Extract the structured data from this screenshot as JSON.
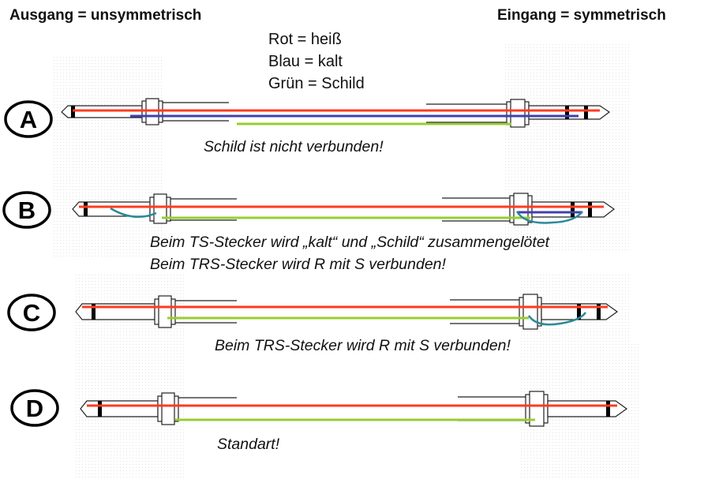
{
  "header": {
    "left": "Ausgang = unsymmetrisch",
    "right": "Eingang = symmetrisch"
  },
  "legend": {
    "red": "Rot = heiß",
    "blue": "Blau = kalt",
    "green": "Grün = Schild"
  },
  "colors": {
    "hot": "#ff3b1f",
    "cold": "#4040b0",
    "shield": "#99cc33",
    "bridge": "#2a8a9a"
  },
  "rows": [
    {
      "label": "A",
      "note": "Schild ist nicht verbunden!"
    },
    {
      "label": "B",
      "note_line1": "Beim TS-Stecker wird „kalt“ und „Schild“ zusammengelötet",
      "note_line2": "Beim TRS-Stecker wird R mit S verbunden!"
    },
    {
      "label": "C",
      "note": "Beim TRS-Stecker wird R mit S verbunden!"
    },
    {
      "label": "D",
      "note": "Standart!"
    }
  ]
}
